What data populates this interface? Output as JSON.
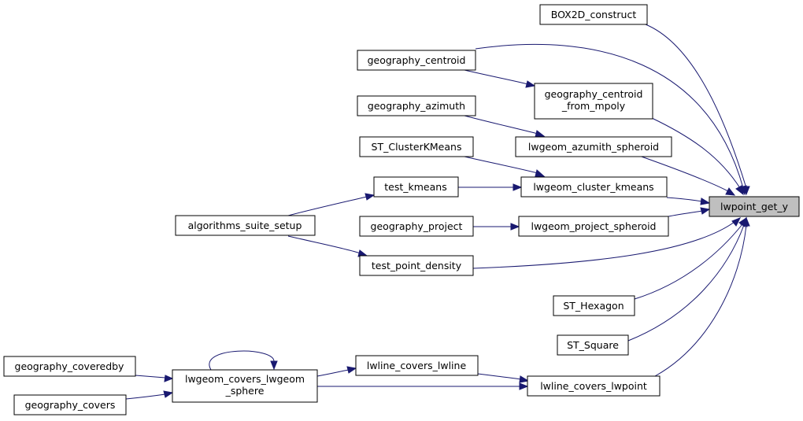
{
  "diagram": {
    "nodes": {
      "lwpoint_get_y": [
        "lwpoint_get_y"
      ],
      "box2d_construct": [
        "BOX2D_construct"
      ],
      "geography_centroid": [
        "geography_centroid"
      ],
      "geography_centroid_from_mpoly": [
        "geography_centroid",
        "_from_mpoly"
      ],
      "geography_azimuth": [
        "geography_azimuth"
      ],
      "lwgeom_azumith_spheroid": [
        "lwgeom_azumith_spheroid"
      ],
      "st_clusterkmeans": [
        "ST_ClusterKMeans"
      ],
      "test_kmeans": [
        "test_kmeans"
      ],
      "lwgeom_cluster_kmeans": [
        "lwgeom_cluster_kmeans"
      ],
      "algorithms_suite_setup": [
        "algorithms_suite_setup"
      ],
      "geography_project": [
        "geography_project"
      ],
      "lwgeom_project_spheroid": [
        "lwgeom_project_spheroid"
      ],
      "test_point_density": [
        "test_point_density"
      ],
      "st_hexagon": [
        "ST_Hexagon"
      ],
      "st_square": [
        "ST_Square"
      ],
      "geography_coveredby": [
        "geography_coveredby"
      ],
      "lwgeom_covers_lwgeom_sphere": [
        "lwgeom_covers_lwgeom",
        "_sphere"
      ],
      "lwline_covers_lwline": [
        "lwline_covers_lwline"
      ],
      "geography_covers": [
        "geography_covers"
      ],
      "lwline_covers_lwpoint": [
        "lwline_covers_lwpoint"
      ]
    },
    "colors": {
      "edge": "#191970",
      "focus_fill": "#bfbfbf",
      "node_fill": "#ffffff",
      "node_stroke": "#000000"
    }
  }
}
